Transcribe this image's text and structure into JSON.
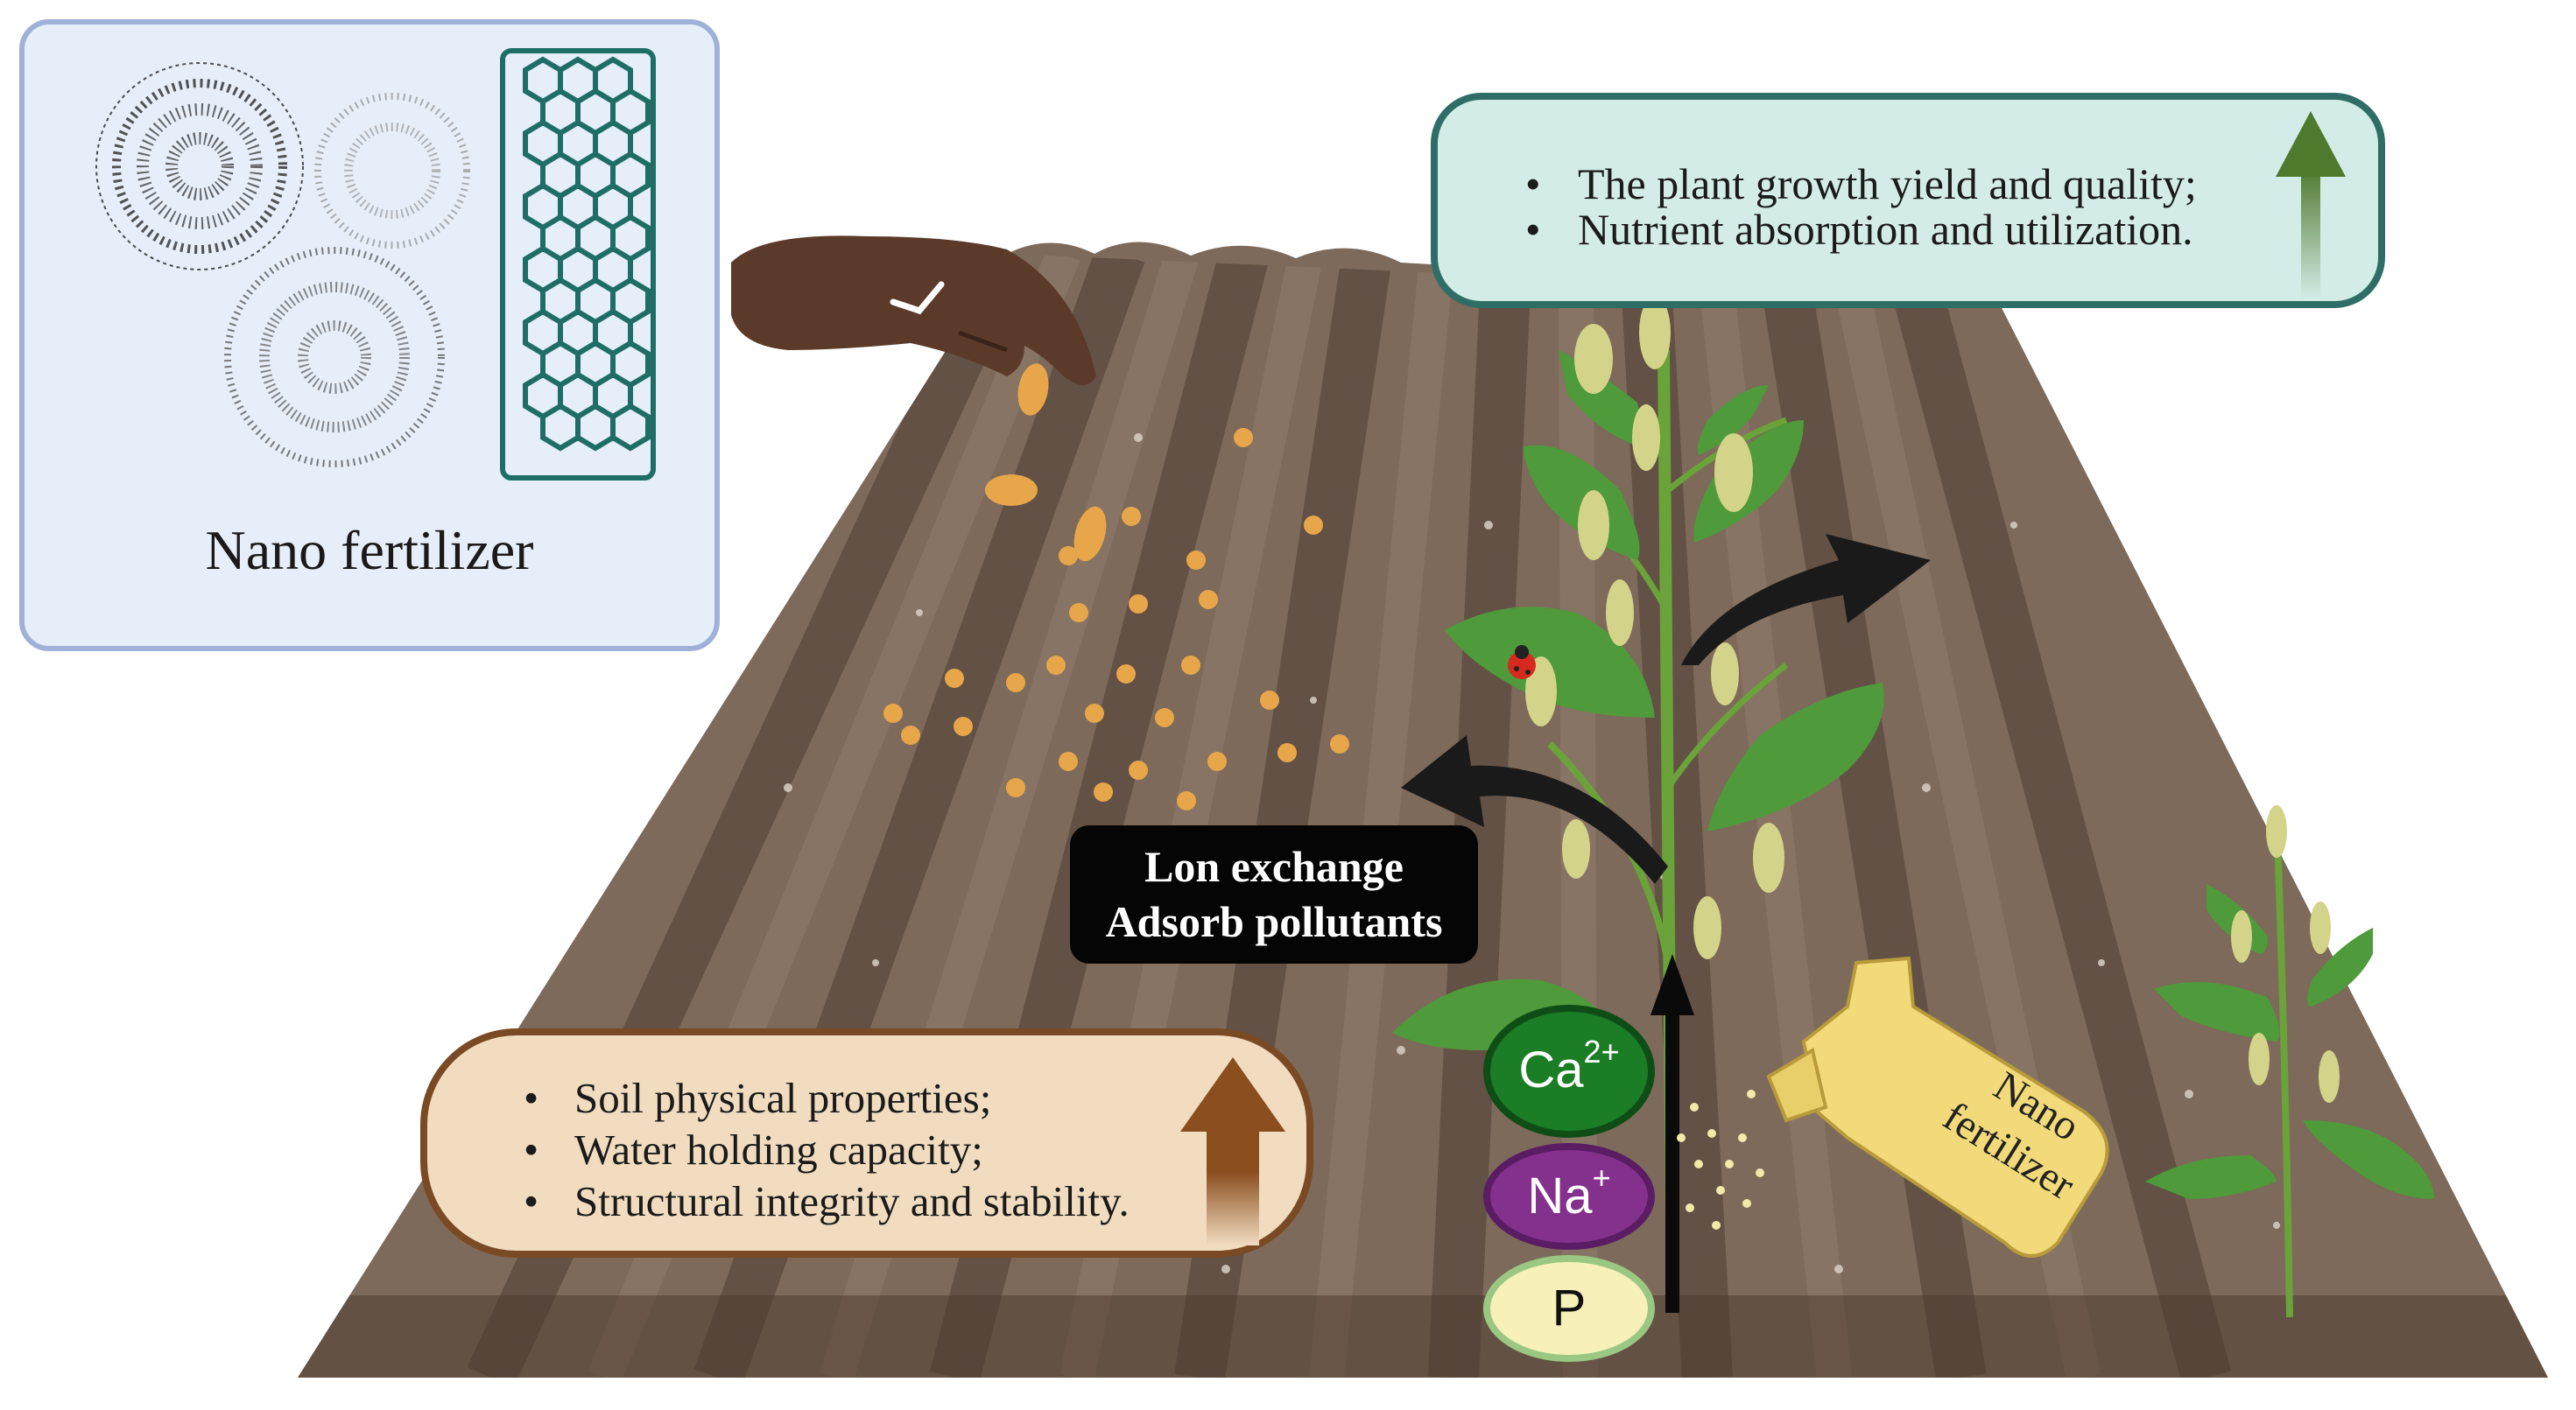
{
  "nano_fertilizer_panel": {
    "title": "Nano fertilizer"
  },
  "plant_benefits": {
    "items": [
      "The plant growth yield and quality;",
      "Nutrient absorption and utilization."
    ]
  },
  "soil_benefits": {
    "items": [
      "Soil physical properties;",
      "Water holding capacity;",
      "Structural integrity and stability."
    ]
  },
  "ion_exchange_label": {
    "line1": "Lon exchange",
    "line2": "Adsorb pollutants"
  },
  "ions": {
    "ca": "Ca",
    "ca_charge": "2+",
    "na": "Na",
    "na_charge": "+",
    "p": "P"
  },
  "spray_bottle_label": {
    "line1": "Nano",
    "line2": "fertilizer"
  },
  "colors": {
    "soil": "#7d6a5a",
    "soil_dark": "#4e3d31",
    "nano_panel_bg": "#e6eef9",
    "nano_panel_border": "#9fb1d8",
    "plant_box_bg": "#d4ece7",
    "plant_box_border": "#2f6e66",
    "soil_box_bg": "#f1dcc0",
    "soil_box_border": "#7a4a24",
    "ca_ion": "#1b7d25",
    "na_ion": "#84308d",
    "p_ion": "#f7f0b8",
    "arrow_up_green": "#4f7a2e",
    "arrow_up_brown": "#8b4e1f"
  },
  "icons": [
    "dendrimer-nanoparticle-icon",
    "carbon-nanotube-icon",
    "hand-sowing-icon",
    "plant-icon",
    "ladybug-icon",
    "spray-bottle-icon",
    "up-arrow-icon",
    "curved-arrow-icon"
  ]
}
